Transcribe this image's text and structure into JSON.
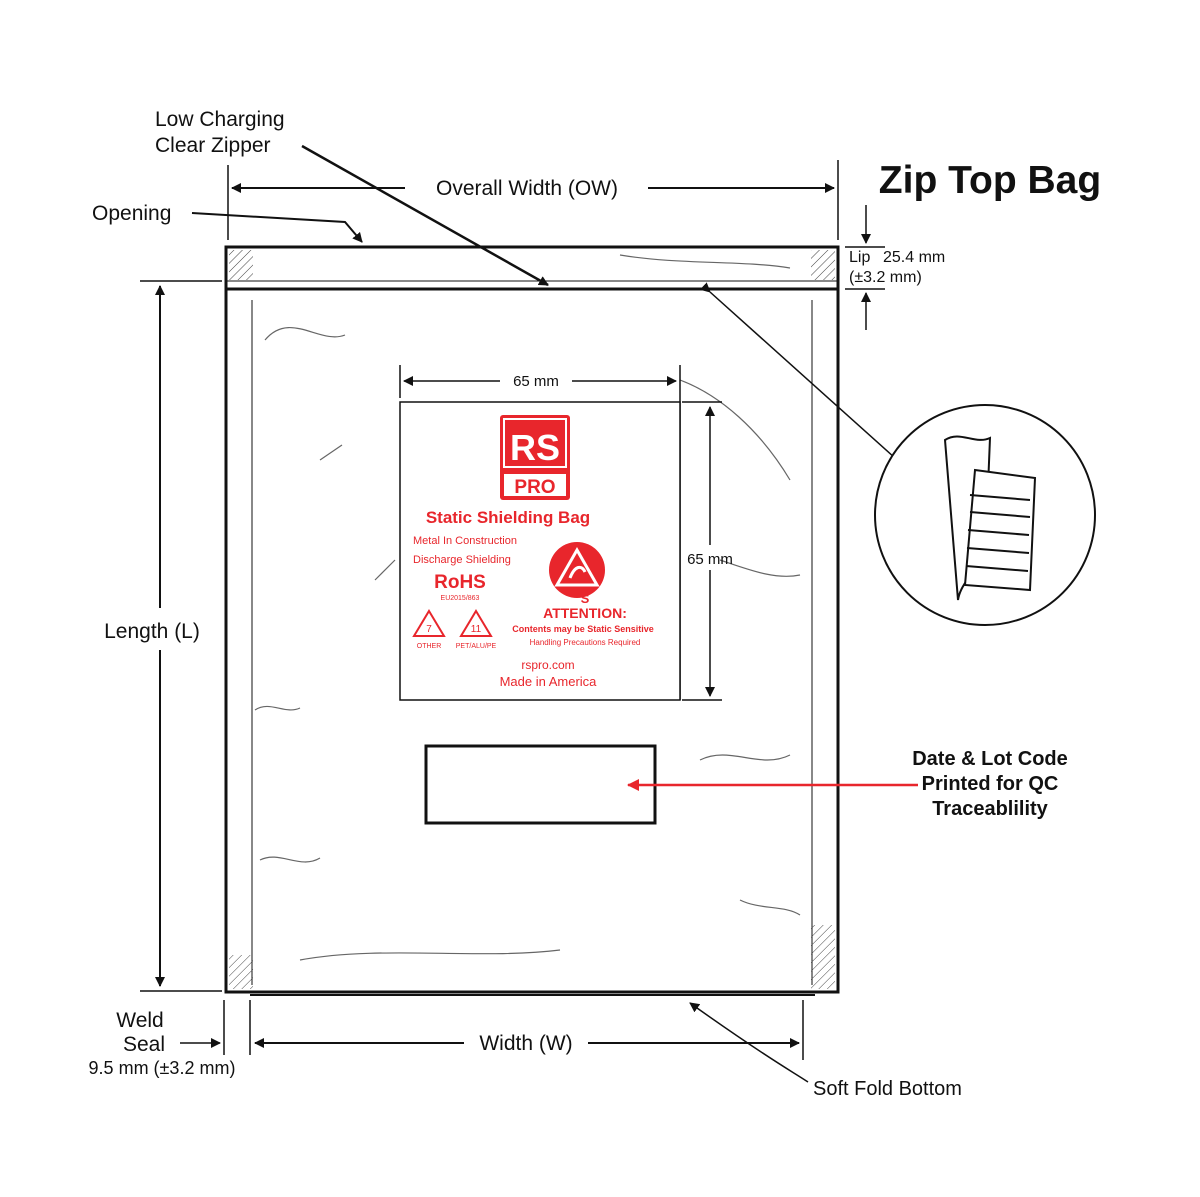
{
  "title": "Zip Top Bag",
  "callouts": {
    "zipper_line1": "Low Charging",
    "zipper_line2": "Clear Zipper",
    "overall_width": "Overall Width (OW)",
    "opening": "Opening",
    "lip_label": "Lip",
    "lip_value": "25.4 mm",
    "lip_tolerance": "(±3.2 mm)",
    "length": "Length (L)",
    "weld_line1": "Weld",
    "weld_line2": "Seal",
    "weld_value": "9.5 mm (±3.2 mm)",
    "width": "Width (W)",
    "soft_fold": "Soft Fold Bottom",
    "date_line1": "Date & Lot Code",
    "date_line2": "Printed for QC",
    "date_line3": "Traceablility"
  },
  "label": {
    "width_dim": "65 mm",
    "height_dim": "65 mm",
    "logo_top": "RS",
    "logo_bottom": "PRO",
    "heading": "Static Shielding Bag",
    "line1": "Metal In Construction",
    "line2": "Discharge Shielding",
    "rohs": "RoHS",
    "rohs_sub": "EU2015/863",
    "recycle_1_num": "7",
    "recycle_1_text": "OTHER",
    "recycle_2_num": "11",
    "recycle_2_text": "PET/ALU/PE",
    "esd_letter": "S",
    "attention": "ATTENTION:",
    "attention_line1": "Contents may be Static Sensitive",
    "attention_line2": "Handling Precautions Required",
    "website": "rspro.com",
    "made_in": "Made in America"
  },
  "colors": {
    "accent": "#e8262c",
    "ink": "#111111"
  }
}
